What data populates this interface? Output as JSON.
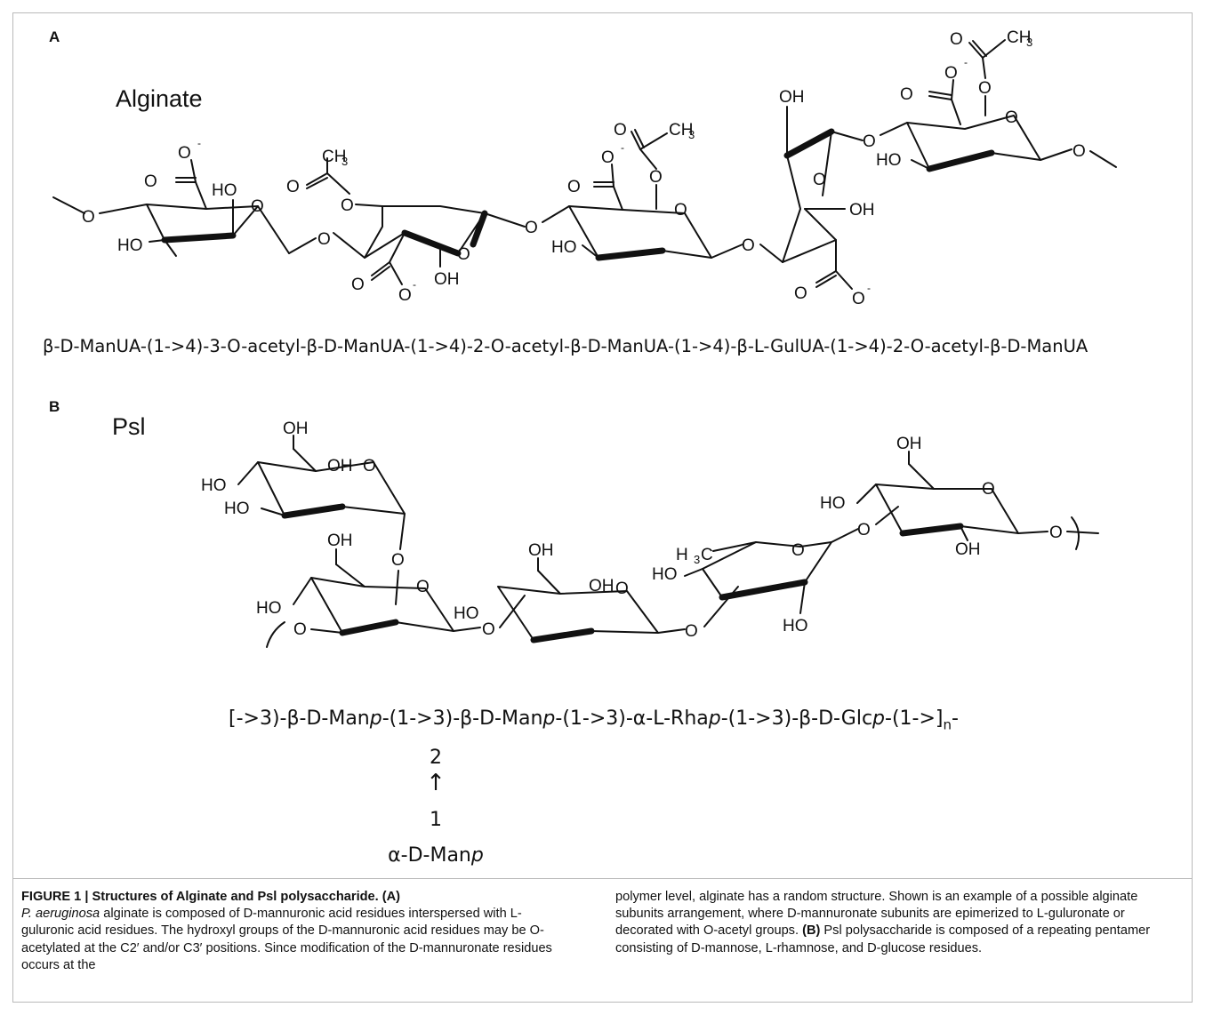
{
  "panel_a": {
    "label": "A",
    "title": "Alginate",
    "sequence": "β-D-ManUA-(1->4)-3-O-acetyl-β-D-ManUA-(1->4)-2-O-acetyl-β-D-ManUA-(1->4)-β-L-GulUA-(1->4)-2-O-acetyl-β-D-ManUA",
    "atoms": {
      "o": "O",
      "oh": "OH",
      "ho": "HO",
      "ch3": "CH",
      "sub3": "3",
      "minus": "-"
    }
  },
  "panel_b": {
    "label": "B",
    "title": "Psl",
    "seq_part1": "[->3)-β-D-Man",
    "seq_p1": "p",
    "seq_part2": "-(1->3)-β-D-Man",
    "seq_p2": "p",
    "seq_part3": "-(1->3)-α-L-Rha",
    "seq_p3": "p",
    "seq_part4": "-(1->3)-β-D-Glc",
    "seq_p4": "p",
    "seq_part5": "-(1->]",
    "seq_sub": "n",
    "seq_end": "-",
    "branch_top": "2",
    "branch_arrow": "↑",
    "branch_bottom": "1",
    "branch_sugar": "α-D-Man",
    "branch_p": "p",
    "atoms": {
      "o": "O",
      "oh": "OH",
      "ho": "HO",
      "h3c": "H",
      "sub3": "3",
      "c": "C"
    }
  },
  "caption": {
    "fig": "FIGURE 1 | Structures of Alginate and Psl polysaccharide. (A)",
    "species": "P. aeruginosa",
    "col1_rest": " alginate is composed of D-mannuronic acid residues interspersed with L-guluronic acid residues. The hydroxyl groups of the D-mannuronic acid residues may be O-acetylated at the C2′ and/or C3′ positions. Since modification of the D-mannuronate residues occurs at the",
    "col2_a": "polymer level, alginate has a random structure. Shown is an example of a possible alginate subunits arrangement, where D-mannuronate subunits are epimerized to L-guluronate or decorated with O-acetyl groups. ",
    "col2_b_label": "(B)",
    "col2_b": " Psl polysaccharide is composed of a repeating pentamer consisting of D-mannose, L-rhamnose, and D-glucose residues."
  }
}
